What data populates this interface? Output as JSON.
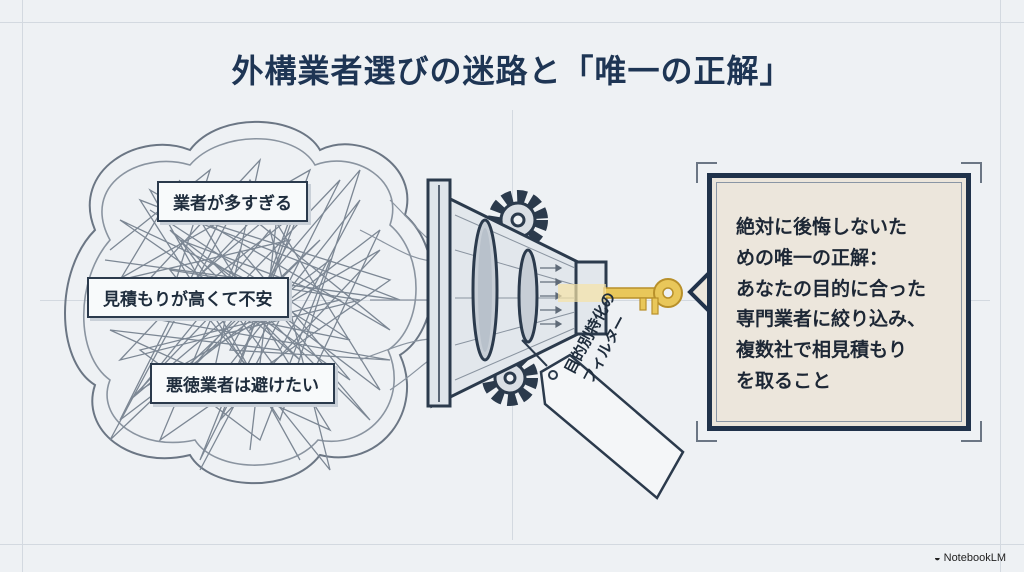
{
  "title": "外構業者選びの迷路と「唯一の正解」",
  "worries": [
    {
      "text": "業者が多すぎる"
    },
    {
      "text": "見積もりが高くて不安"
    },
    {
      "text": "悪徳業者は避けたい"
    }
  ],
  "filter_tag": "目的別特化の\nフィルター",
  "answer": "絶対に後悔しないた\nめの唯一の正解：\nあなたの目的に合った\n専門業者に絞り込み、\n複数社で相見積もり\nを取ること",
  "brand": "NotebookLM",
  "colors": {
    "navy": "#20324a",
    "card_bg": "#ece6dc",
    "key_gold": "#e9c75a",
    "background": "#eef1f4"
  }
}
